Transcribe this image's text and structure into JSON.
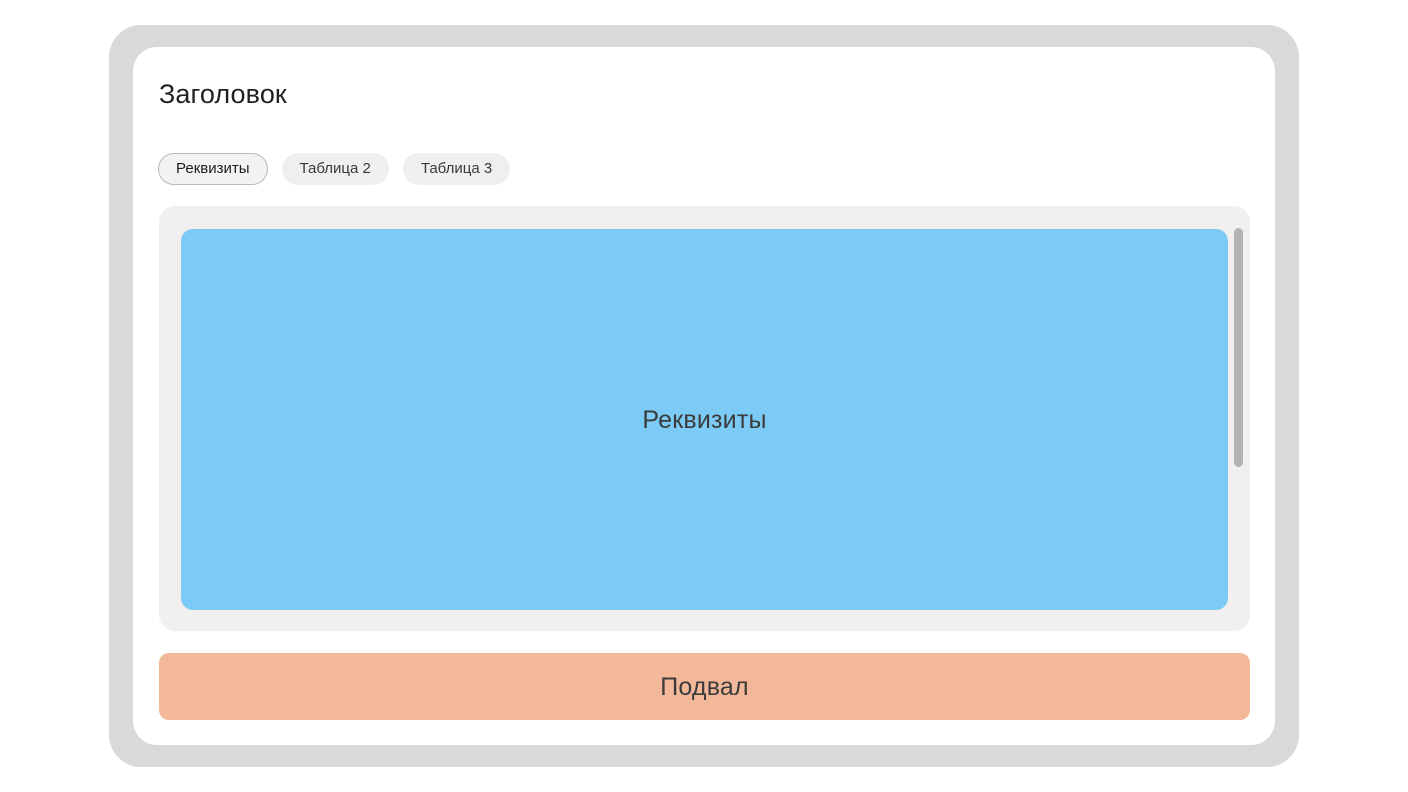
{
  "window": {
    "frame_color": "#d9d9d9",
    "card_color": "#ffffff"
  },
  "header": {
    "title": "Заголовок"
  },
  "tabs": {
    "active_index": 0,
    "items": [
      {
        "label": "Реквизиты",
        "active": true
      },
      {
        "label": "Таблица 2",
        "active": false
      },
      {
        "label": "Таблица 3",
        "active": false
      }
    ]
  },
  "content": {
    "panel_color": "#f1f0ef",
    "block_color": "#7bcbf6",
    "block_label": "Реквизиты",
    "scrollbar": {
      "thumb_color": "#b3b3b3",
      "name": "vertical-scrollbar"
    }
  },
  "footer": {
    "label": "Подвал",
    "color": "#f3b79a"
  }
}
